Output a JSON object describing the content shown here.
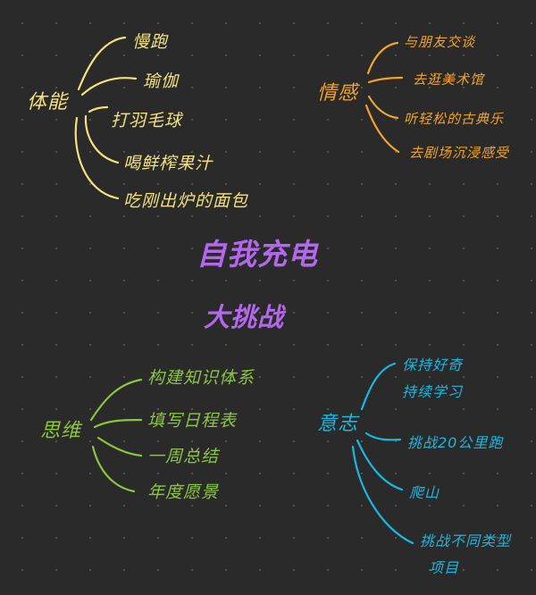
{
  "title": {
    "line1": "自我充电",
    "line2": "大挑战"
  },
  "colors": {
    "physical": "#f3e27c",
    "emotion": "#f2a42a",
    "mind": "#8cc63f",
    "will": "#1cb7e0",
    "center": "#b368ea",
    "background": "#2a2a2a"
  },
  "branches": {
    "physical": {
      "label": "体能",
      "items": [
        "慢跑",
        "瑜伽",
        "打羽毛球",
        "喝鲜榨果汁",
        "吃刚出炉的面包"
      ]
    },
    "emotion": {
      "label": "情感",
      "items": [
        "与朋友交谈",
        "去逛美术馆",
        "听轻松的古典乐",
        "去剧场沉浸感受"
      ]
    },
    "mind": {
      "label": "思维",
      "items": [
        "构建知识体系",
        "填写日程表",
        "一周总结",
        "年度愿景"
      ]
    },
    "will": {
      "label": "意志",
      "items": [
        "保持好奇",
        "持续学习",
        "挑战20公里跑",
        "爬山",
        "挑战不同类型",
        "项目"
      ]
    }
  }
}
